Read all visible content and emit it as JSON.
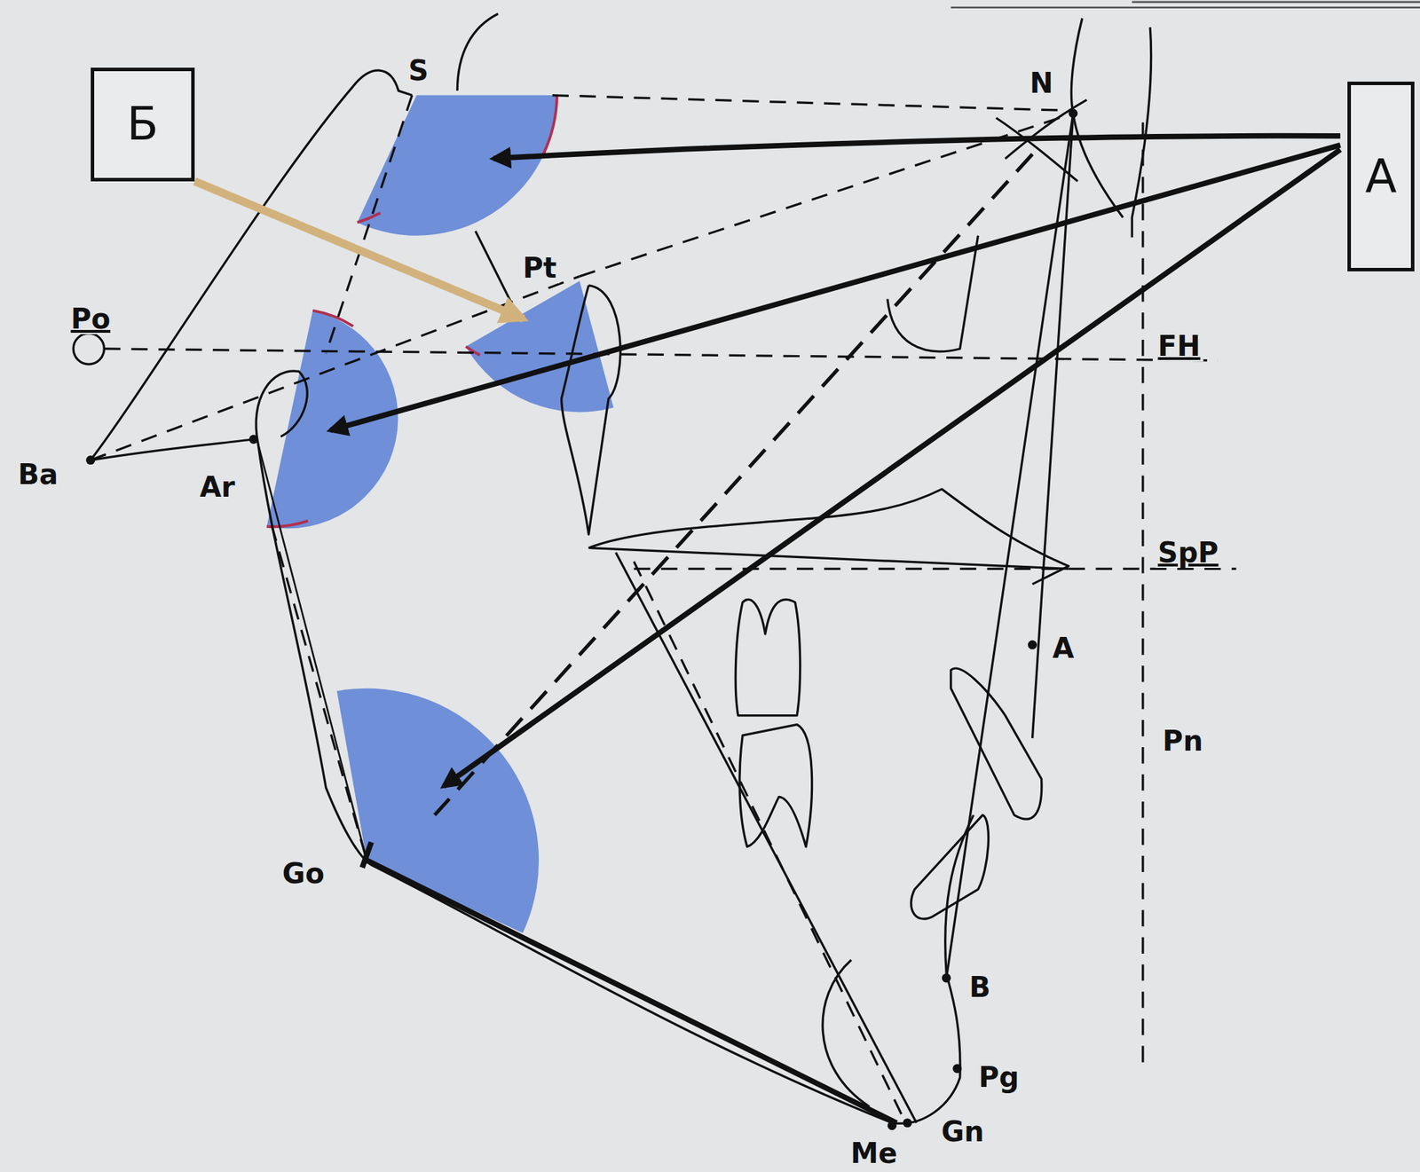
{
  "diagram": {
    "nodes": [
      {
        "text": [
          "Б"
        ]
      },
      {
        "text": [
          "А"
        ]
      }
    ],
    "labels": [
      "S",
      "N",
      "Pt",
      "Po",
      "FH",
      "Ba",
      "Ar",
      "SpP",
      "A",
      "Pn",
      "Go",
      "B",
      "Pg",
      "Gn",
      "Me"
    ]
  }
}
